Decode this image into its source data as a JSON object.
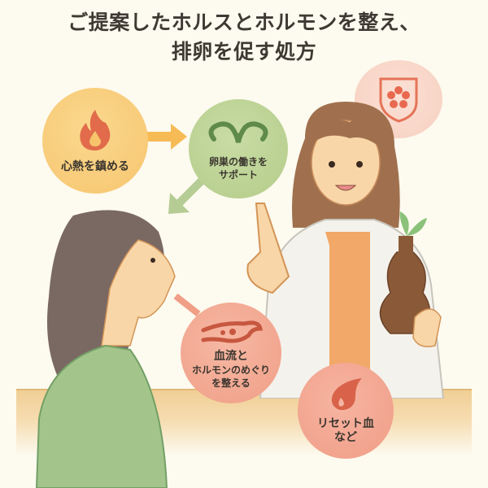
{
  "title": {
    "line1": "ご提案したホルスとホルモンを整え、",
    "line2": "排卵を促す処方"
  },
  "bubbles": [
    {
      "icon": "flame-icon",
      "label_lines": [
        "心熱を鎮める"
      ],
      "color": "#f6c56f"
    },
    {
      "icon": "uterus-icon",
      "label_lines": [
        "卵巣の働きを",
        "サポート"
      ],
      "color": "#b3cc8a"
    },
    {
      "icon": "blood-vessel-icon",
      "label_lines": [
        "血流と",
        "ホルモンのめぐり",
        "を整える"
      ],
      "color": "#f09e86"
    },
    {
      "icon": "blood-drop-icon",
      "label_lines": [
        "リセット血",
        "など"
      ],
      "color": "#f09c86"
    },
    {
      "icon": "shield-flower-icon",
      "label_lines": [],
      "color": "#f7cfbf"
    }
  ],
  "colors": {
    "title_text": "#3e3a33",
    "background": "#fdfaef",
    "icon_red": "#d9634a",
    "icon_green": "#5f8a4a",
    "arrow_orange": "#f7bb55",
    "arrow_green": "#b5cc94"
  }
}
